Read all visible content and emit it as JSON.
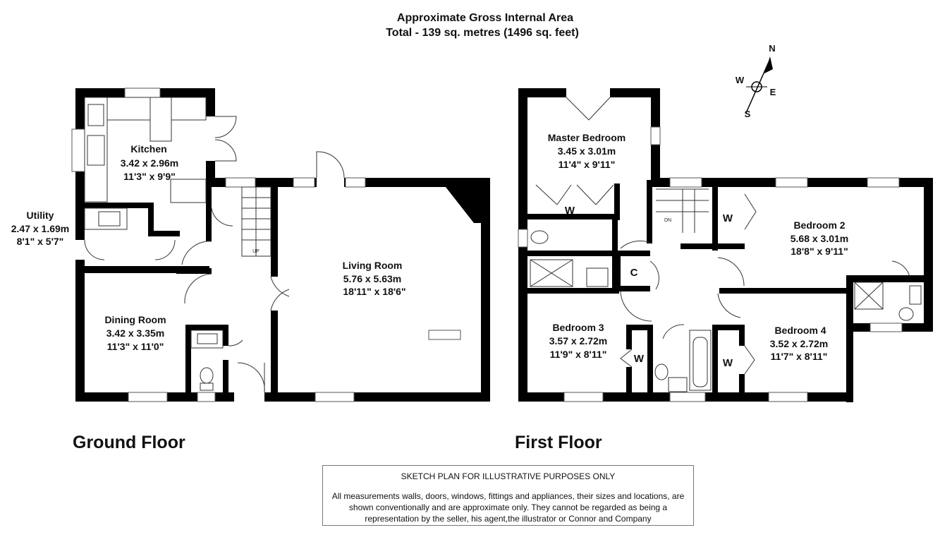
{
  "header": {
    "title_line1": "Approximate Gross Internal Area",
    "title_line2": "Total - 139 sq. metres (1496 sq. feet)"
  },
  "compass": {
    "n": "N",
    "e": "E",
    "s": "S",
    "w": "W"
  },
  "ground_floor": {
    "label": "Ground Floor",
    "rooms": {
      "kitchen": {
        "name": "Kitchen",
        "metric": "3.42 x 2.96m",
        "imperial": "11'3\" x 9'9\""
      },
      "utility": {
        "name": "Utility",
        "metric": "2.47 x 1.69m",
        "imperial": "8'1\" x 5'7\""
      },
      "dining": {
        "name": "Dining Room",
        "metric": "3.42 x 3.35m",
        "imperial": "11'3\" x 11'0\""
      },
      "living": {
        "name": "Living Room",
        "metric": "5.76 x 5.63m",
        "imperial": "18'11\" x 18'6\""
      }
    },
    "stair_label": "UP"
  },
  "first_floor": {
    "label": "First Floor",
    "rooms": {
      "master": {
        "name": "Master Bedroom",
        "metric": "3.45 x 3.01m",
        "imperial": "11'4\" x 9'11\""
      },
      "bed2": {
        "name": "Bedroom 2",
        "metric": "5.68 x 3.01m",
        "imperial": "18'8\" x 9'11\""
      },
      "bed3": {
        "name": "Bedroom 3",
        "metric": "3.57 x 2.72m",
        "imperial": "11'9\" x 8'11\""
      },
      "bed4": {
        "name": "Bedroom 4",
        "metric": "3.52 x 2.72m",
        "imperial": "11'7\" x 8'11\""
      }
    },
    "stair_label": "DN",
    "wardrobe_label": "W",
    "cupboard_label": "C"
  },
  "disclaimer": {
    "heading": "SKETCH PLAN FOR ILLUSTRATIVE PURPOSES ONLY",
    "body": "All measurements walls, doors, windows, fittings and appliances, their sizes and locations, are shown conventionally and are approximate only. They cannot be regarded as being a representation by the seller, his agent,the illustrator or Connor and Company"
  },
  "colors": {
    "wall": "#000000",
    "background": "#ffffff",
    "text": "#111111"
  }
}
